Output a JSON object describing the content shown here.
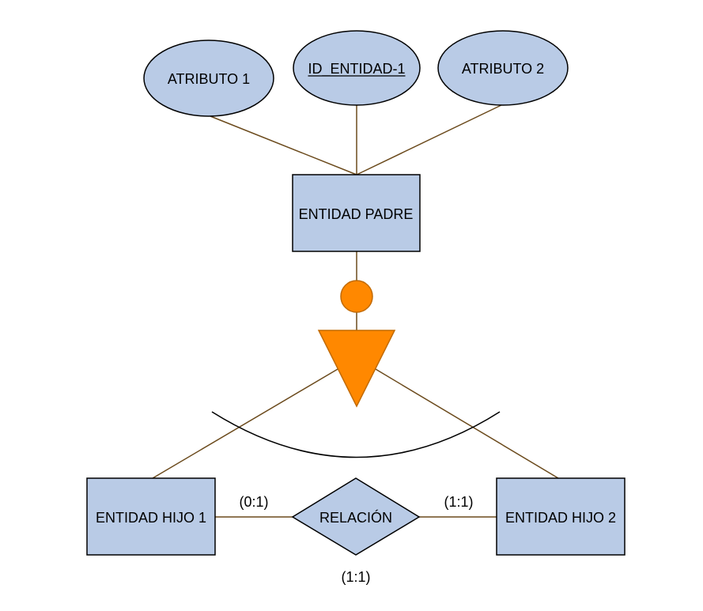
{
  "colors": {
    "entity_fill": "#b9cbe6",
    "outline": "#000000",
    "connector": "#6b4a1c",
    "specialization": "#ff8800",
    "specialization_outline": "#c26a00",
    "arc": "#000000"
  },
  "attributes": {
    "attr1": "ATRIBUTO 1",
    "key": "ID_ENTIDAD-1",
    "attr2": "ATRIBUTO 2"
  },
  "entities": {
    "parent": "ENTIDAD PADRE",
    "child1": "ENTIDAD HIJO 1",
    "child2": "ENTIDAD HIJO 2"
  },
  "relationship": {
    "label": "RELACIÓN",
    "card_left": "(0:1)",
    "card_right": "(1:1)",
    "card_bottom": "(1:1)"
  }
}
